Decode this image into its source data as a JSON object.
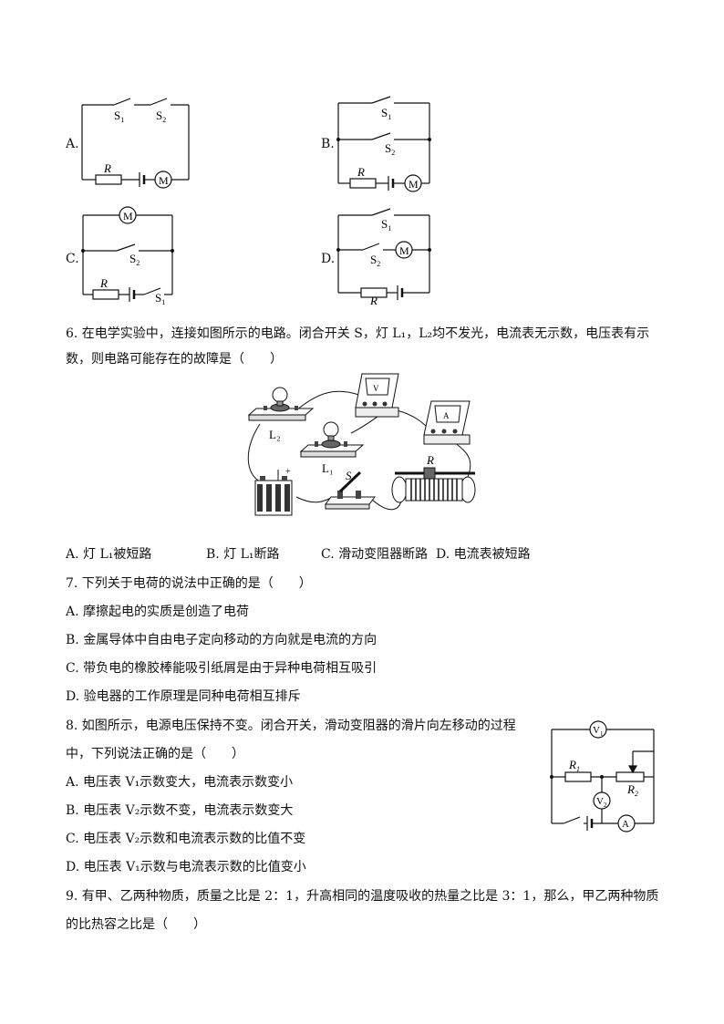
{
  "q5": {
    "options": {
      "A": {
        "letter": "A.",
        "s1": "S",
        "s1_sub": "1",
        "s2": "S",
        "s2_sub": "2",
        "r": "R",
        "m": "M"
      },
      "B": {
        "letter": "B.",
        "s1": "S",
        "s1_sub": "1",
        "s2": "S",
        "s2_sub": "2",
        "r": "R",
        "m": "M"
      },
      "C": {
        "letter": "C.",
        "s1": "S",
        "s1_sub": "1",
        "s2": "S",
        "s2_sub": "2",
        "r": "R",
        "m": "M"
      },
      "D": {
        "letter": "D.",
        "s1": "S",
        "s1_sub": "1",
        "s2": "S",
        "s2_sub": "2",
        "r": "R",
        "m": "M"
      }
    }
  },
  "q6": {
    "line1": "6. 在电学实验中，连接如图所示的电路。闭合开关 S，灯 L₁，L₂均不发光，电流表无示数，电压表有示",
    "line2": "数，则电路可能存在的故障是（　　）",
    "figure": {
      "L2": "L₂",
      "L1": "L₁",
      "S": "S",
      "R": "R",
      "V": "V",
      "A": "A",
      "plus": "+"
    },
    "options": [
      "A. 灯 L₁被短路",
      "B. 灯 L₁断路",
      "C. 滑动变阻器断路",
      "D. 电流表被短路"
    ]
  },
  "q7": {
    "stem": "7. 下列关于电荷的说法中正确的是（　　）",
    "options": [
      "A. 摩擦起电的实质是创造了电荷",
      "B. 金属导体中自由电子定向移动的方向就是电流的方向",
      "C. 带负电的橡胶棒能吸引纸屑是由于异种电荷相互吸引",
      "D. 验电器的工作原理是同种电荷相互排斥"
    ]
  },
  "q8": {
    "line1": "8. 如图所示，电源电压保持不变。闭合开关，滑动变阻器的滑片向左移动的过程",
    "line2": "中，下列说法正确的是（　　）",
    "options": [
      "A. 电压表 V₁示数变大，电流表示数变小",
      "B. 电压表 V₂示数不变，电流表示数变大",
      "C. 电压表 V₂示数和电流表示数的比值不变",
      "D. 电压表 V₁示数与电流表示数的比值变小"
    ],
    "figure": {
      "V1": "V",
      "V1_sub": "1",
      "V2": "V",
      "V2_sub": "2",
      "R1": "R",
      "R1_sub": "1",
      "R2": "R",
      "R2_sub": "2",
      "A": "A"
    }
  },
  "q9": {
    "line1": "9. 有甲、乙两种物质，质量之比是 2：1，升高相同的温度吸收的热量之比是 3：1，那么，甲乙两种物质",
    "line2": "的比热容之比是（　　）"
  }
}
